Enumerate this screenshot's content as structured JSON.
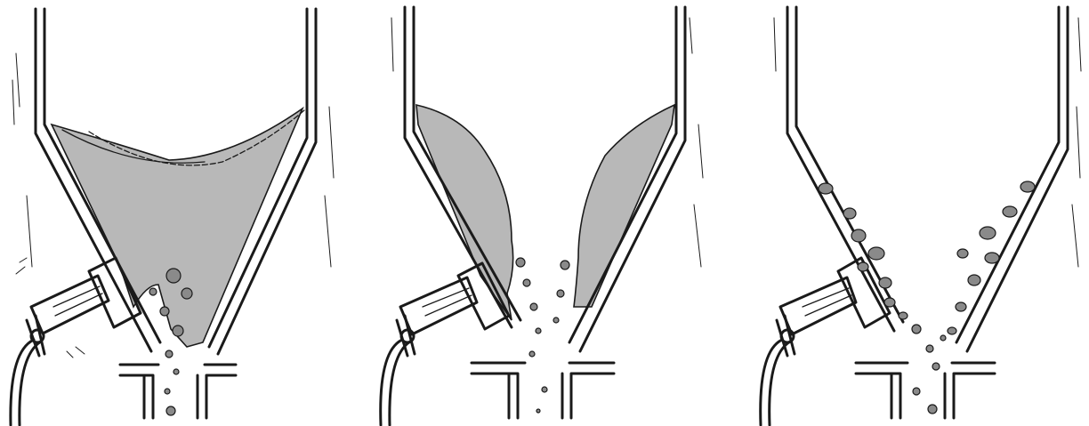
{
  "figure": {
    "panels": [
      {
        "id": "panel-1",
        "state": "hopper-full-vibrator-on",
        "material": "fine-powder"
      },
      {
        "id": "panel-2",
        "state": "material-clinging-to-walls-rathole",
        "material": "fine-powder"
      },
      {
        "id": "panel-3",
        "state": "lumps-breaking-off-walls",
        "material": "lumps"
      }
    ],
    "colors": {
      "ink": "#1a1a1a",
      "powder": "#b8b8b8",
      "lumps": "#8a8a8a",
      "background": "#ffffff"
    }
  }
}
